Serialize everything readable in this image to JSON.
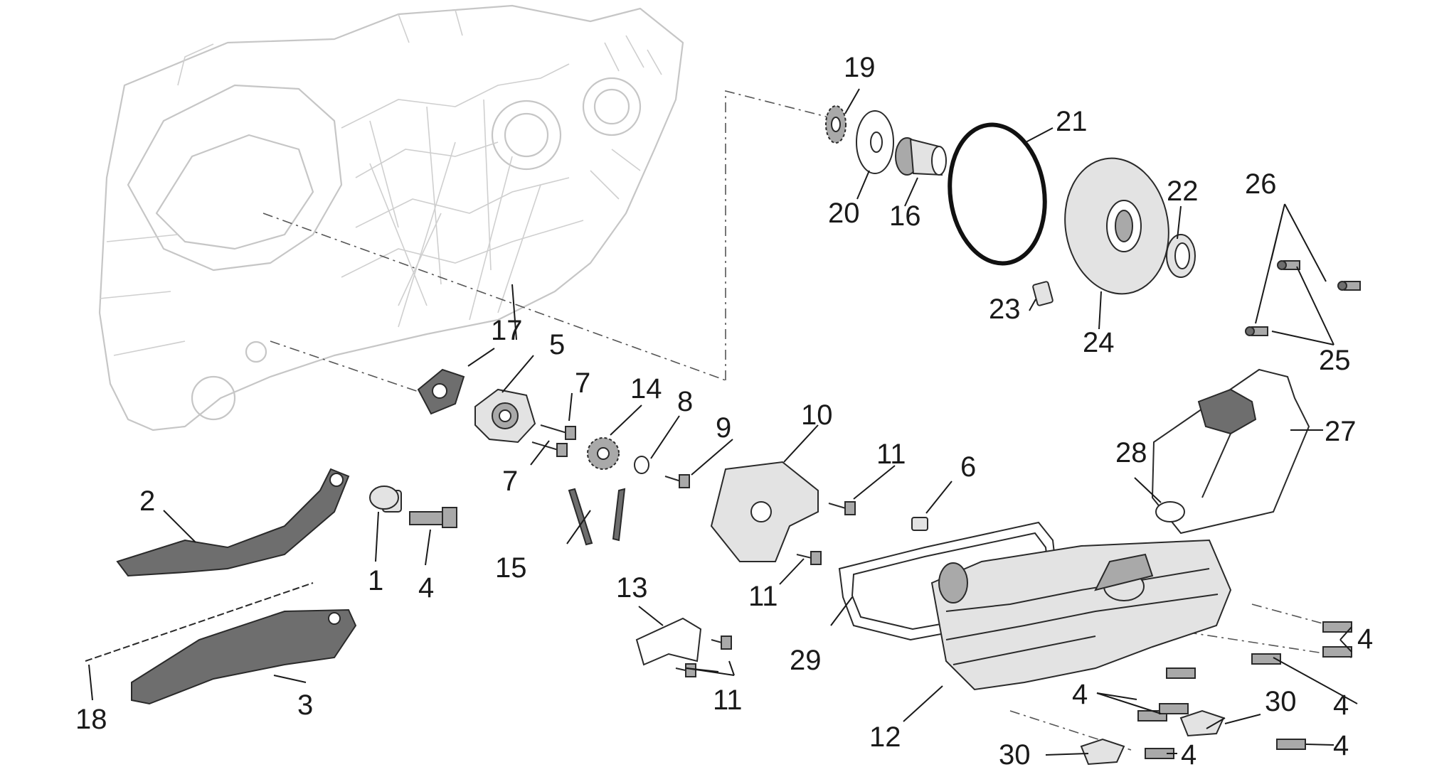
{
  "callouts": [
    {
      "id": "1",
      "label": "1"
    },
    {
      "id": "2",
      "label": "2"
    },
    {
      "id": "3",
      "label": "3"
    },
    {
      "id": "4a",
      "label": "4"
    },
    {
      "id": "4b",
      "label": "4"
    },
    {
      "id": "4c",
      "label": "4"
    },
    {
      "id": "4d",
      "label": "4"
    },
    {
      "id": "4e",
      "label": "4"
    },
    {
      "id": "4f",
      "label": "4"
    },
    {
      "id": "5",
      "label": "5"
    },
    {
      "id": "6",
      "label": "6"
    },
    {
      "id": "7a",
      "label": "7"
    },
    {
      "id": "7b",
      "label": "7"
    },
    {
      "id": "8",
      "label": "8"
    },
    {
      "id": "9",
      "label": "9"
    },
    {
      "id": "10",
      "label": "10"
    },
    {
      "id": "11a",
      "label": "11"
    },
    {
      "id": "11b",
      "label": "11"
    },
    {
      "id": "11c",
      "label": "11"
    },
    {
      "id": "12",
      "label": "12"
    },
    {
      "id": "13",
      "label": "13"
    },
    {
      "id": "14",
      "label": "14"
    },
    {
      "id": "15",
      "label": "15"
    },
    {
      "id": "16",
      "label": "16"
    },
    {
      "id": "17",
      "label": "17"
    },
    {
      "id": "18",
      "label": "18"
    },
    {
      "id": "19",
      "label": "19"
    },
    {
      "id": "20",
      "label": "20"
    },
    {
      "id": "21",
      "label": "21"
    },
    {
      "id": "22",
      "label": "22"
    },
    {
      "id": "23",
      "label": "23"
    },
    {
      "id": "24",
      "label": "24"
    },
    {
      "id": "25",
      "label": "25"
    },
    {
      "id": "26",
      "label": "26"
    },
    {
      "id": "27",
      "label": "27"
    },
    {
      "id": "28",
      "label": "28"
    },
    {
      "id": "29",
      "label": "29"
    },
    {
      "id": "30a",
      "label": "30"
    },
    {
      "id": "30b",
      "label": "30"
    }
  ]
}
